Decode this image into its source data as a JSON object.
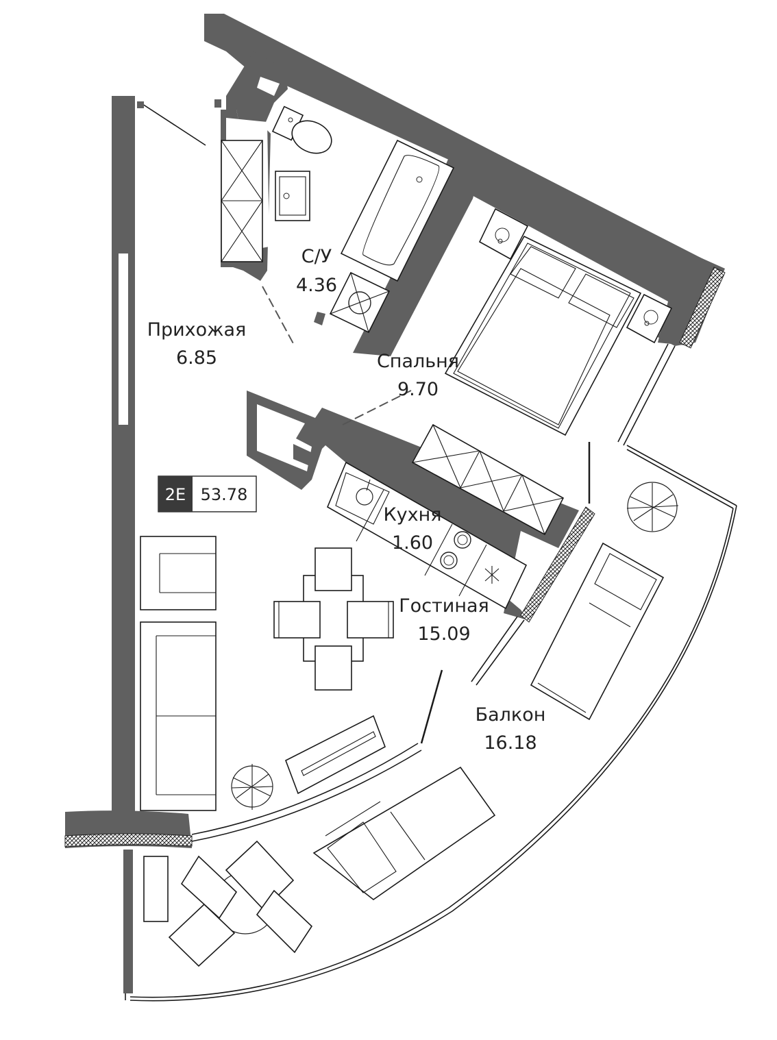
{
  "rooms": [
    {
      "key": "hall",
      "name": "Прихожая",
      "area": "6.85"
    },
    {
      "key": "bath",
      "name": "С/У",
      "area": "4.36"
    },
    {
      "key": "bedroom",
      "name": "Спальня",
      "area": "9.70"
    },
    {
      "key": "kitchen",
      "name": "Кухня",
      "area": "1.60"
    },
    {
      "key": "living",
      "name": "Гостиная",
      "area": "15.09"
    },
    {
      "key": "balcony",
      "name": "Балкон",
      "area": "16.18"
    }
  ],
  "apartment": {
    "type": "2E",
    "total_area": "53.78"
  },
  "colors": {
    "wall": "#606060",
    "badge": "#3a3a3a",
    "line": "#1a1a1a"
  }
}
